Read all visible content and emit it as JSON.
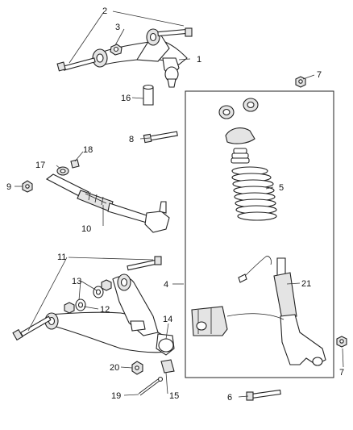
{
  "diagram": {
    "callouts": {
      "c1": "1",
      "c2": "2",
      "c3": "3",
      "c4": "4",
      "c5": "5",
      "c6": "6",
      "c7a": "7",
      "c7b": "7",
      "c8": "8",
      "c9": "9",
      "c10": "10",
      "c11": "11",
      "c12": "12",
      "c13": "13",
      "c14": "14",
      "c15": "15",
      "c16": "16",
      "c17": "17",
      "c18": "18",
      "c19": "19",
      "c20": "20",
      "c21": "21"
    }
  }
}
